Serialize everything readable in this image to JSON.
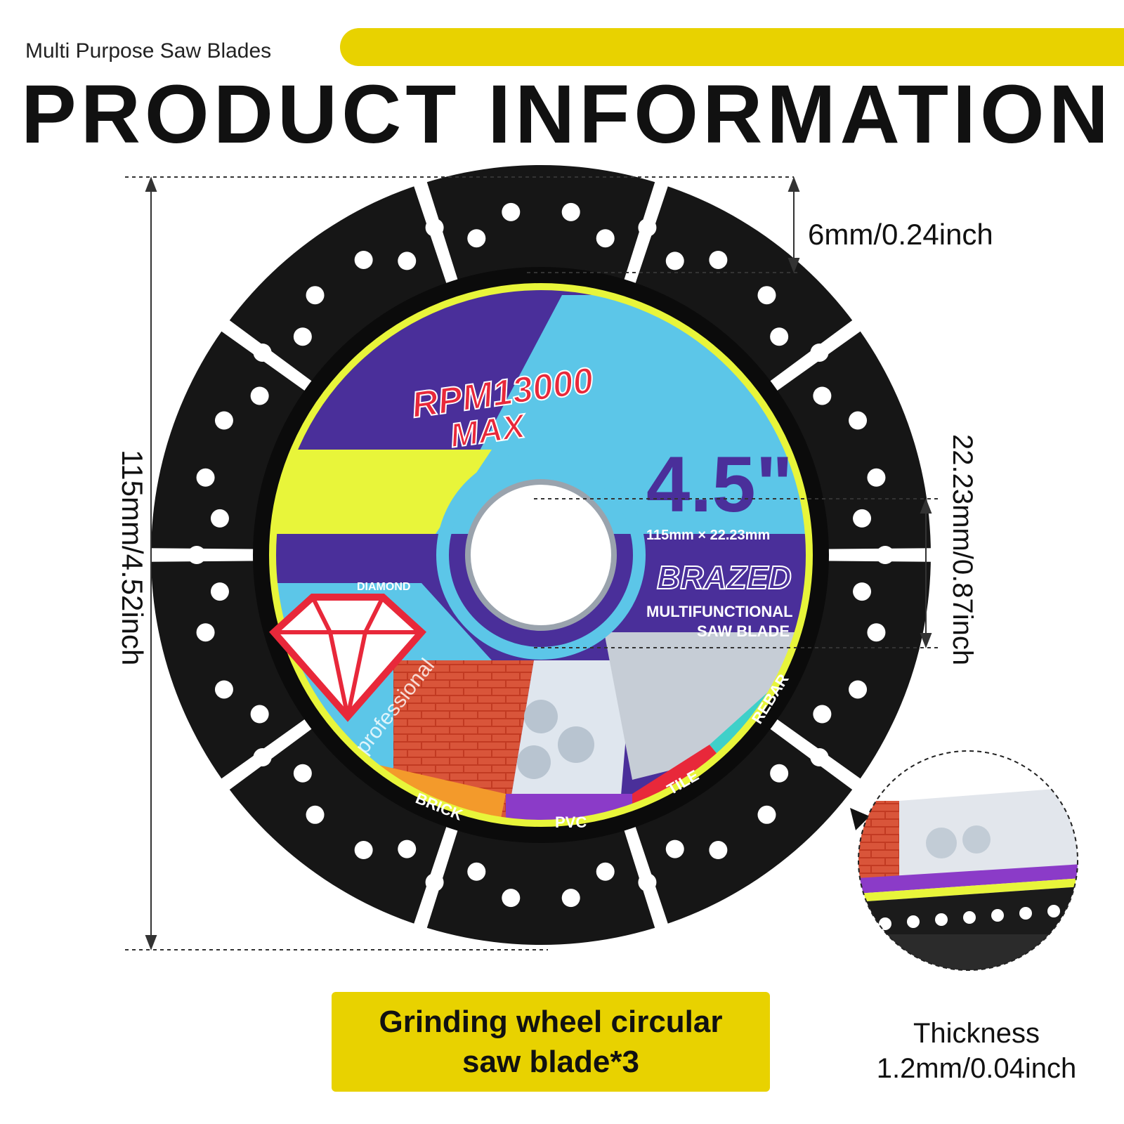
{
  "header": {
    "subtitle": "Multi Purpose Saw Blades",
    "title": "PRODUCT INFORMATION"
  },
  "dimensions": {
    "segment_height": "6mm/0.24inch",
    "diameter": "115mm/4.52inch",
    "bore": "22.23mm/0.87inch",
    "thickness_title": "Thickness",
    "thickness_value": "1.2mm/0.04inch"
  },
  "blade_label": {
    "rpm": "RPM13000",
    "max": "MAX",
    "size": "4.5\"",
    "size_detail": "115mm × 22.23mm",
    "diamond": "DIAMOND",
    "brazed": "BRAZED",
    "desc_line1": "MULTIFUNCTIONAL",
    "desc_line2": "SAW BLADE",
    "brand_word": "professional",
    "materials": [
      "BRICK",
      "PVC",
      "TILE",
      "REBAR"
    ]
  },
  "caption": {
    "line1": "Grinding wheel circular",
    "line2": "saw blade*3"
  },
  "colors": {
    "accent_yellow": "#e8d200",
    "label_purple": "#4a2f9a",
    "label_cyan": "#5cc6e8",
    "label_yellow": "#e8f53a",
    "red": "#e8283a"
  }
}
